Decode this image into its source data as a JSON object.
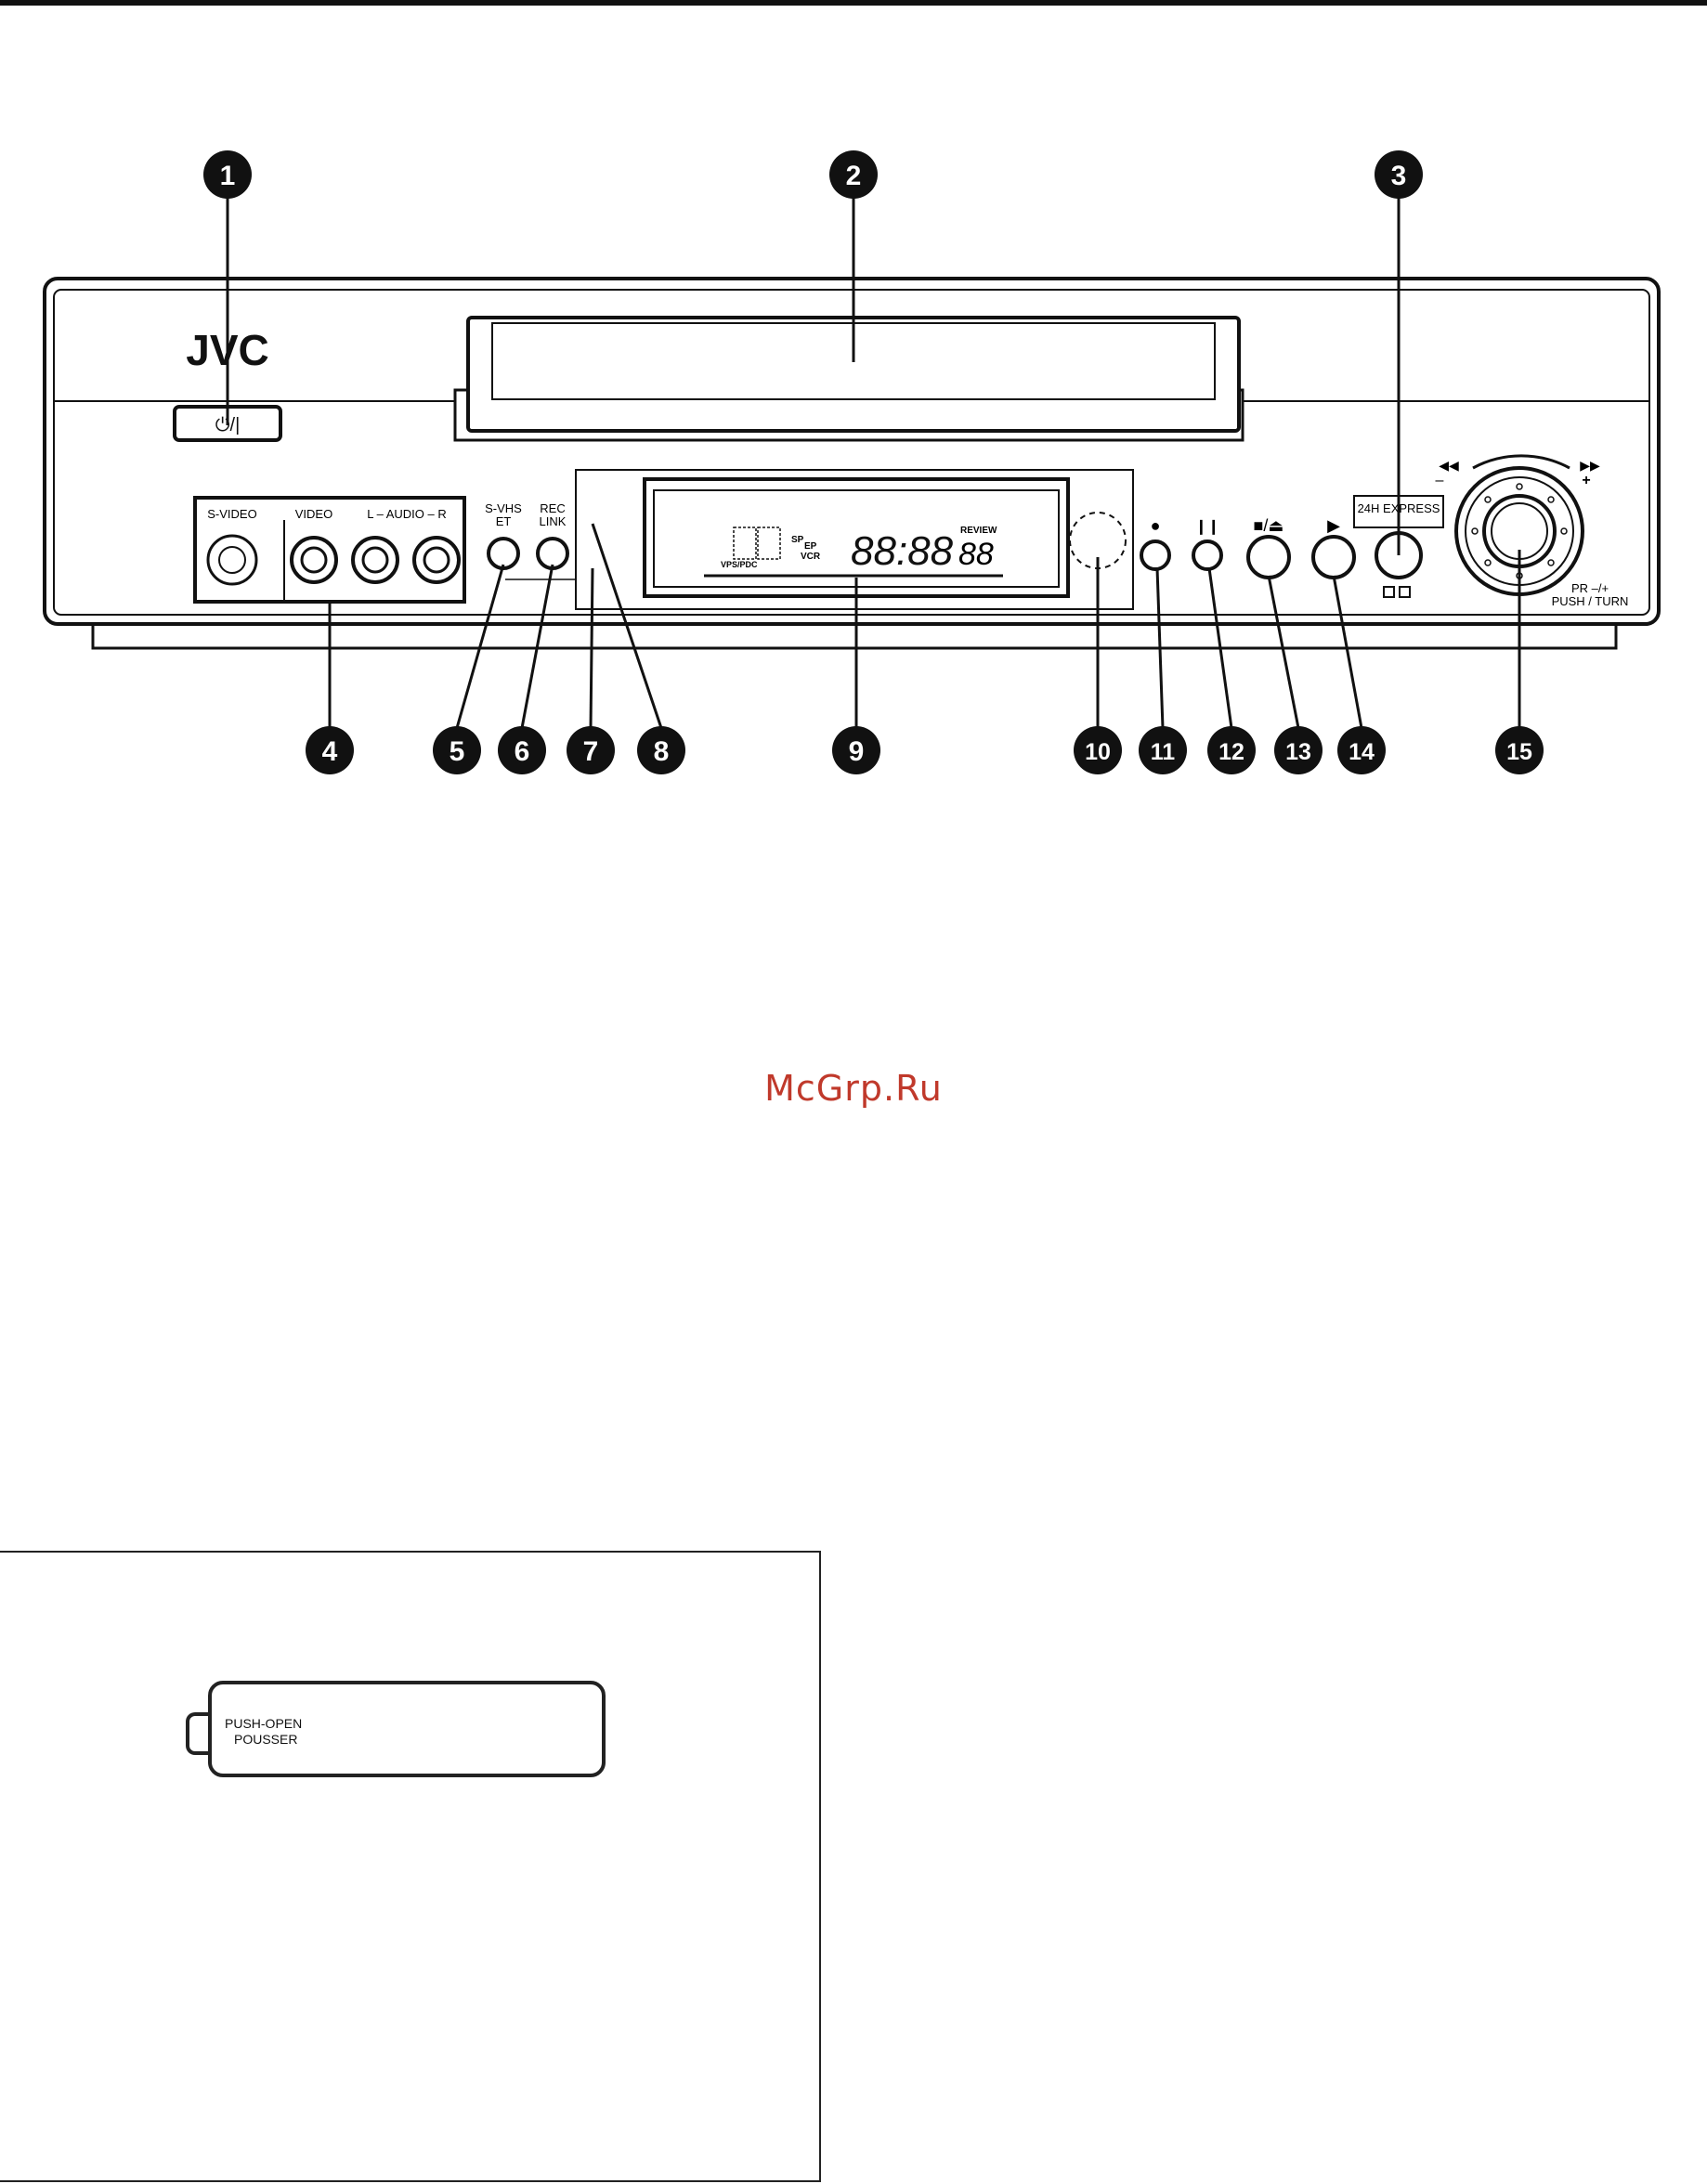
{
  "brand": "JVC",
  "power_label": "⏻/|",
  "callouts": [
    "1",
    "2",
    "3",
    "4",
    "5",
    "6",
    "7",
    "8",
    "9",
    "10",
    "11",
    "12",
    "13",
    "14",
    "15"
  ],
  "front_labels": {
    "svideo": "S-VIDEO",
    "video": "VIDEO",
    "audio": "L – AUDIO – R",
    "svhs_et_line1": "S-VHS",
    "svhs_et_line2": "ET",
    "rec_link_line1": "REC",
    "rec_link_line2": "LINK",
    "express": "24H EXPRESS",
    "review": "REVIEW",
    "sp": "SP",
    "ep": "EP",
    "vcr": "VCR",
    "vps": "VPS/PDC",
    "clock_digits": "88:88",
    "channel_digits": "88",
    "pr": "PR –/+",
    "push_turn": "PUSH / TURN",
    "dial_minus": "–",
    "dial_plus": "+",
    "stop_eject": "■/⏏",
    "play": "▶",
    "record": "●",
    "pause": "❙❙",
    "rew": "◀◀",
    "ff": "▶▶"
  },
  "watermark": "McGrp.Ru",
  "door_panel": {
    "line1": "PUSH-OPEN",
    "line2": "POUSSER"
  },
  "colors": {
    "ink": "#111111",
    "watermark": "#c0392b"
  }
}
